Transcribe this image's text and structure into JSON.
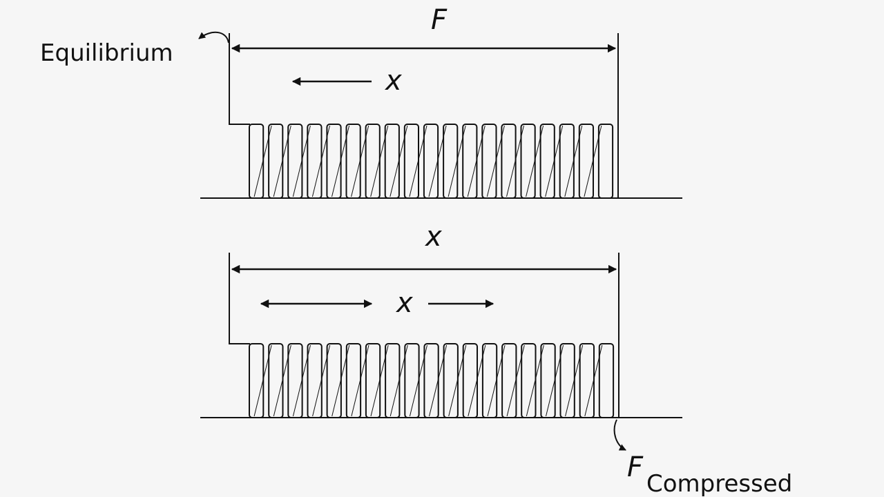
{
  "labels": {
    "equilibrium": "Equilibrium",
    "top_force": "F",
    "top_displacement": "x",
    "bottom_span": "x",
    "bottom_displacement": "x",
    "compressed_force": "F",
    "compressed_subscript": "Compressed"
  },
  "springs": {
    "top_coil_count": 19,
    "bottom_coil_count": 19
  },
  "colors": {
    "ink": "#111111",
    "background": "#f6f6f6"
  }
}
